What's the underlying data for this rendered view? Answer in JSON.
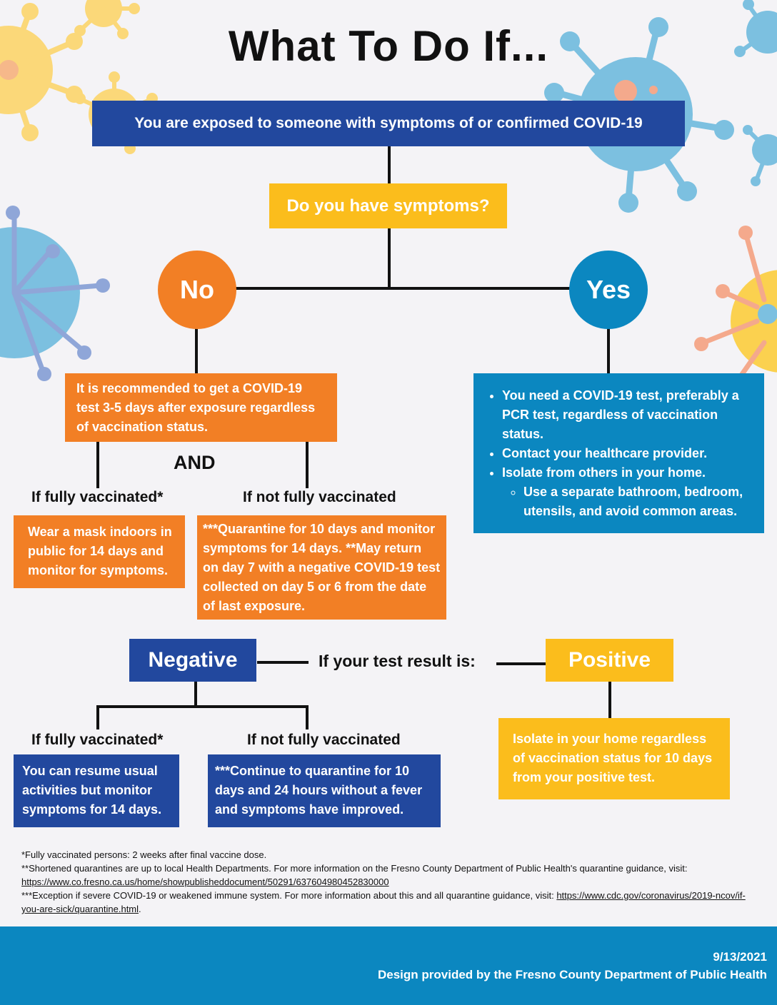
{
  "title": "What To Do If...",
  "exposure_banner": "You are exposed to someone with symptoms of or confirmed COVID-19",
  "symptoms_question": "Do you have symptoms?",
  "no_label": "No",
  "yes_label": "Yes",
  "no_branch": {
    "recommendation": "It is recommended to get  a COVID-19 test 3-5 days after exposure regardless of vaccination status.",
    "and_label": "AND",
    "vaccinated_label": "If fully vaccinated*",
    "not_vaccinated_label": "If not fully vaccinated",
    "vaccinated_text": "Wear a mask indoors in public for 14 days and monitor for symptoms.",
    "not_vaccinated_text": "***Quarantine for 10 days and monitor symptoms for 14 days. **May return on day 7 with a negative COVID-19 test collected on day 5 or 6 from the date of last exposure."
  },
  "yes_branch": {
    "items": [
      "You need a COVID-19 test, preferably a PCR test, regardless of vaccination status.",
      "Contact your healthcare provider.",
      "Isolate from others in your home."
    ],
    "subitem": "Use a separate bathroom, bedroom, utensils, and avoid common areas."
  },
  "test_result": {
    "prompt": "If your test result is:",
    "negative_label": "Negative",
    "positive_label": "Positive",
    "vaccinated_label": "If fully vaccinated*",
    "not_vaccinated_label": "If not fully vaccinated",
    "negative_vaccinated_text": "You can resume usual activities but monitor symptoms for 14 days.",
    "negative_not_vaccinated_text": "***Continue to quarantine for 10 days and 24 hours without a fever and symptoms have improved.",
    "positive_text": "Isolate in your home regardless of vaccination status for 10 days from your positive test."
  },
  "footnotes": {
    "note1": "*Fully vaccinated persons: 2 weeks after final vaccine dose.",
    "note2_text": "**Shortened quarantines are up to local Health Departments. For more information on the Fresno County Department of Public Health's quarantine guidance, visit:",
    "note2_link": "https://www.co.fresno.ca.us/home/showpublisheddocument/50291/637604980452830000",
    "note3_text": "***Exception if severe COVID-19 or weakened immune system. For more information about this and all quarantine guidance, visit:",
    "note3_link": "https://www.cdc.gov/coronavirus/2019-ncov/if-you-are-sick/quarantine.html",
    "note3_end": "."
  },
  "footer": {
    "date": "9/13/2021",
    "credit": "Design provided by the Fresno County Department of Public Health"
  },
  "colors": {
    "blue": "#22489e",
    "orange": "#f27f25",
    "yellow": "#fbbd1c",
    "teal": "#0b87c0"
  }
}
